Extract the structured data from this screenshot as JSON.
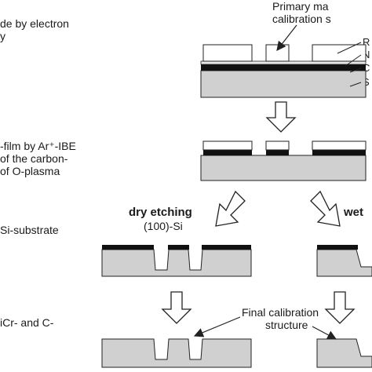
{
  "steps": [
    {
      "lines": [
        "de by electron",
        "y"
      ]
    },
    {
      "lines": [
        "-film by Ar⁺-IBE",
        "of the carbon-",
        "of O-plasma"
      ]
    },
    {
      "lines": [
        "Si-substrate"
      ]
    },
    {
      "lines": [
        "iCr- and C-"
      ]
    }
  ],
  "annotations": {
    "primary_line1": "Primary ma",
    "primary_line2": "calibration s",
    "final_line1": "Final calibration",
    "final_line2": "structure"
  },
  "layer_labels": [
    "R",
    "N",
    "C",
    "S"
  ],
  "branches": {
    "dry": "dry etching",
    "dry_sub": "(100)-Si",
    "wet": "wet"
  },
  "colors": {
    "substrate": "#d0d0d0",
    "dark_layer": "#111111",
    "resist": "#ffffff",
    "outline": "#222222"
  }
}
